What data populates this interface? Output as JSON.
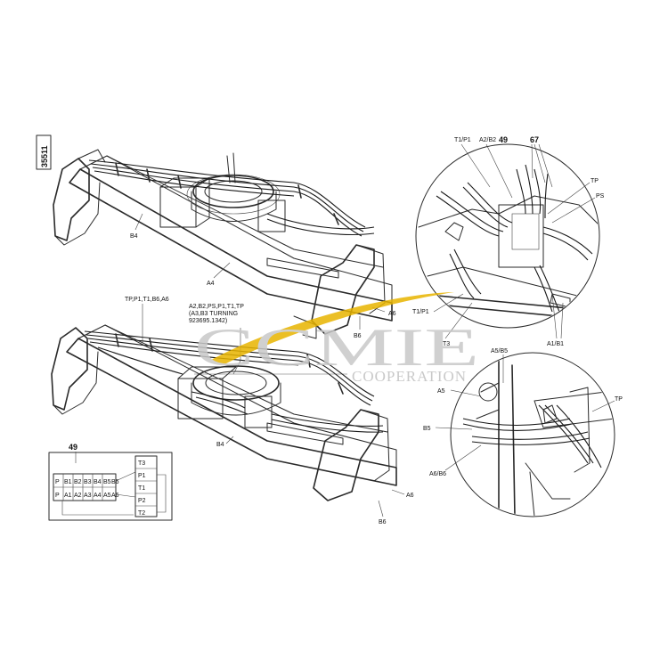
{
  "drawing_number": "35511",
  "watermark": {
    "brand": "CCMIE",
    "sub": "COOPERATION",
    "swoosh_color": "#e8b400"
  },
  "top_view_labels": {
    "b4": "B4",
    "a4": "A4",
    "a6": "A6",
    "b6": "B6"
  },
  "bottom_view_labels": {
    "tp_group": "TP,P1,T1,B6,A6",
    "ports_line1": "A2,B2,PS,P1,T1,TP",
    "ports_line2": "(A3,B3 TURNING",
    "ports_line3": "923695.1342)",
    "b4": "B4",
    "a6": "A6",
    "b6": "B6"
  },
  "detail_top_labels": {
    "t1p1": "T1/P1",
    "a2b2": "A2/B2",
    "n49": "49",
    "n67": "67",
    "tp": "TP",
    "ps": "PS",
    "t1p1_low": "T1/P1",
    "t3": "T3",
    "a1b1": "A1/B1"
  },
  "detail_bottom_labels": {
    "a5b5": "A5/B5",
    "a5": "A5",
    "b5": "B5",
    "a6b6": "A6/B6",
    "tp": "TP"
  },
  "schematic": {
    "ref": "49",
    "row1": [
      "B1",
      "B2",
      "B3",
      "B4",
      "B5",
      "B6"
    ],
    "row2": [
      "A1",
      "A2",
      "A3",
      "A4",
      "A5",
      "A6"
    ],
    "left_top": "P",
    "left_bottom": "P",
    "right_ports": [
      "T3",
      "P1",
      "T1",
      "P2",
      "T2"
    ]
  }
}
